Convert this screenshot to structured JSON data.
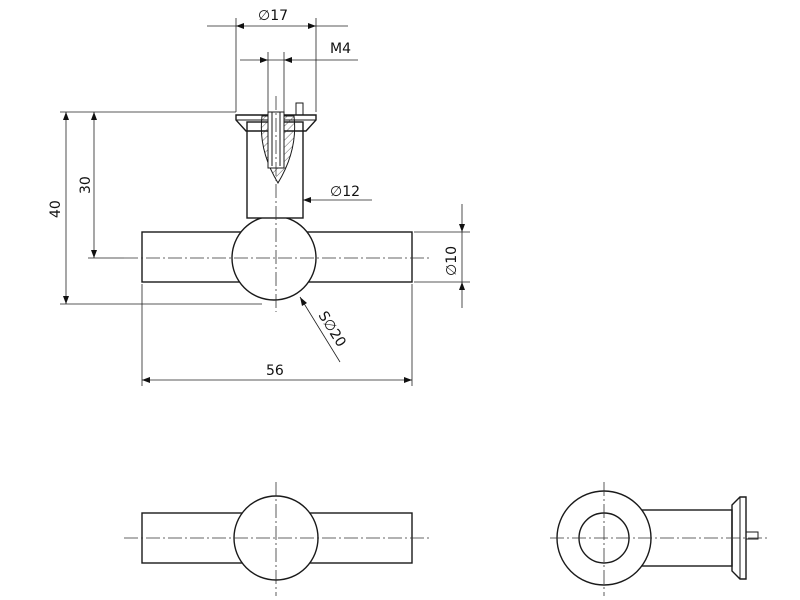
{
  "dimensions": {
    "d17": "∅17",
    "m4": "M4",
    "d12": "∅12",
    "d10": "∅10",
    "h40": "40",
    "h30": "30",
    "len56": "56",
    "sphere": "S∅20"
  }
}
